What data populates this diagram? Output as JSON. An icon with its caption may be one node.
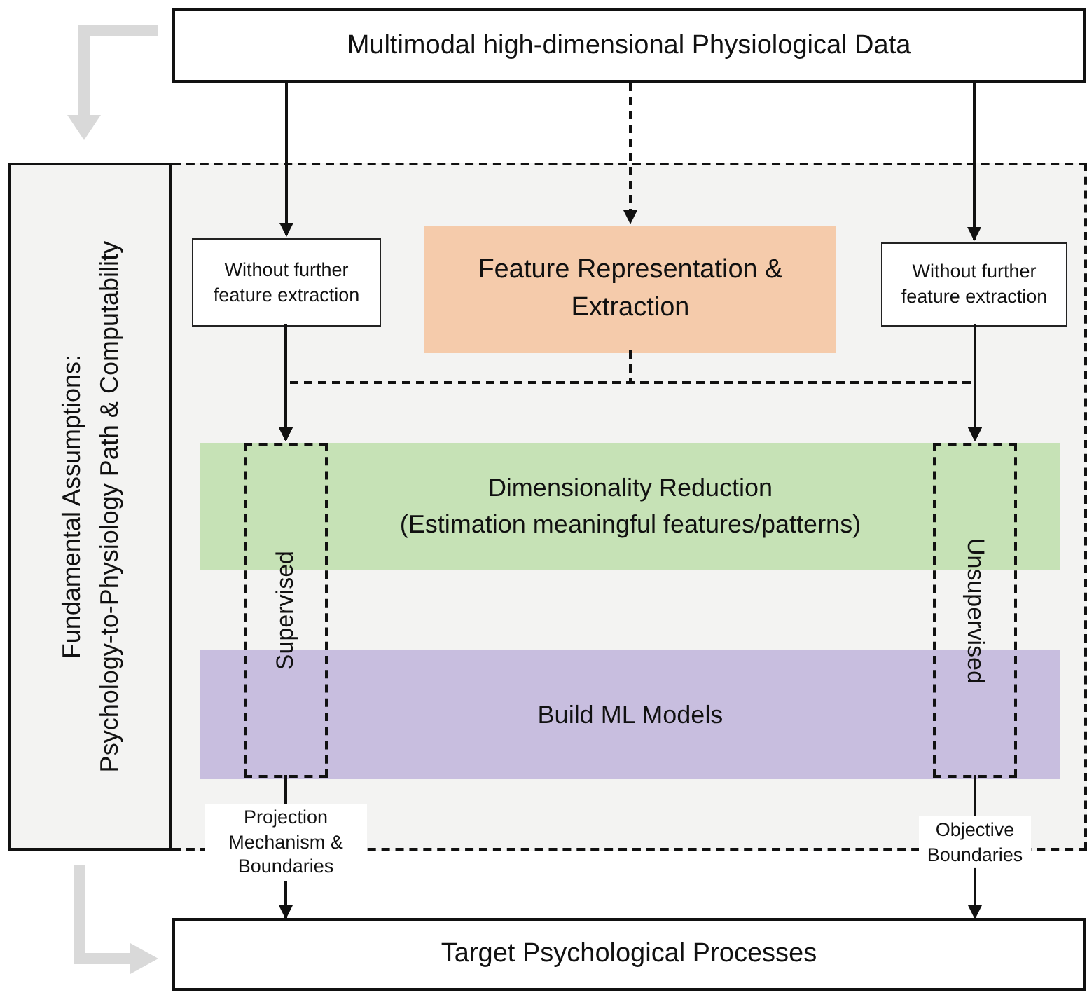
{
  "diagram": {
    "nodes": [
      {
        "text": [
          "Multimodal high-dimensional Physiological Data"
        ]
      },
      {
        "text": [
          "Fundamental Assumptions:",
          "Psychology-to-Physiology Path & Computability"
        ]
      },
      {
        "text": [],
        "shape": "box"
      },
      {
        "text": [
          "Without further feature extraction"
        ],
        "in": 2
      },
      {
        "text": [
          "Feature Representation & Extraction"
        ],
        "in": 2
      },
      {
        "text": [
          "Without further feature extraction"
        ],
        "in": 2
      },
      {
        "text": [
          "Dimensionality Reduction",
          "(Estimation meaningful features/patterns)"
        ],
        "in": 2
      },
      {
        "text": [
          "Supervised"
        ],
        "in": 2
      },
      {
        "text": [
          "Unsupervised"
        ],
        "in": 2
      },
      {
        "text": [
          "Build ML Models"
        ],
        "in": 2
      },
      {
        "text": [
          "Target Psychological Processes"
        ]
      }
    ],
    "edges": [
      {
        "from": 0,
        "to": 3,
        "arrow": "to"
      },
      {
        "from": 0,
        "to": 4,
        "arrow": "to",
        "style": "dashed"
      },
      {
        "from": 0,
        "to": 5,
        "arrow": "to"
      },
      {
        "from": 3,
        "to": 7,
        "arrow": "to"
      },
      {
        "from": 5,
        "to": 8,
        "arrow": "to"
      },
      {
        "from": 4,
        "to": 7,
        "arrow": "to",
        "style": "dashed"
      },
      {
        "from": 4,
        "to": 8,
        "arrow": "to",
        "style": "dashed"
      },
      {
        "from": 7,
        "to": 10,
        "arrow": "to",
        "label": "Projection Mechanism & Boundaries"
      },
      {
        "from": 8,
        "to": 10,
        "arrow": "to",
        "label": "Objective Boundaries"
      }
    ]
  }
}
